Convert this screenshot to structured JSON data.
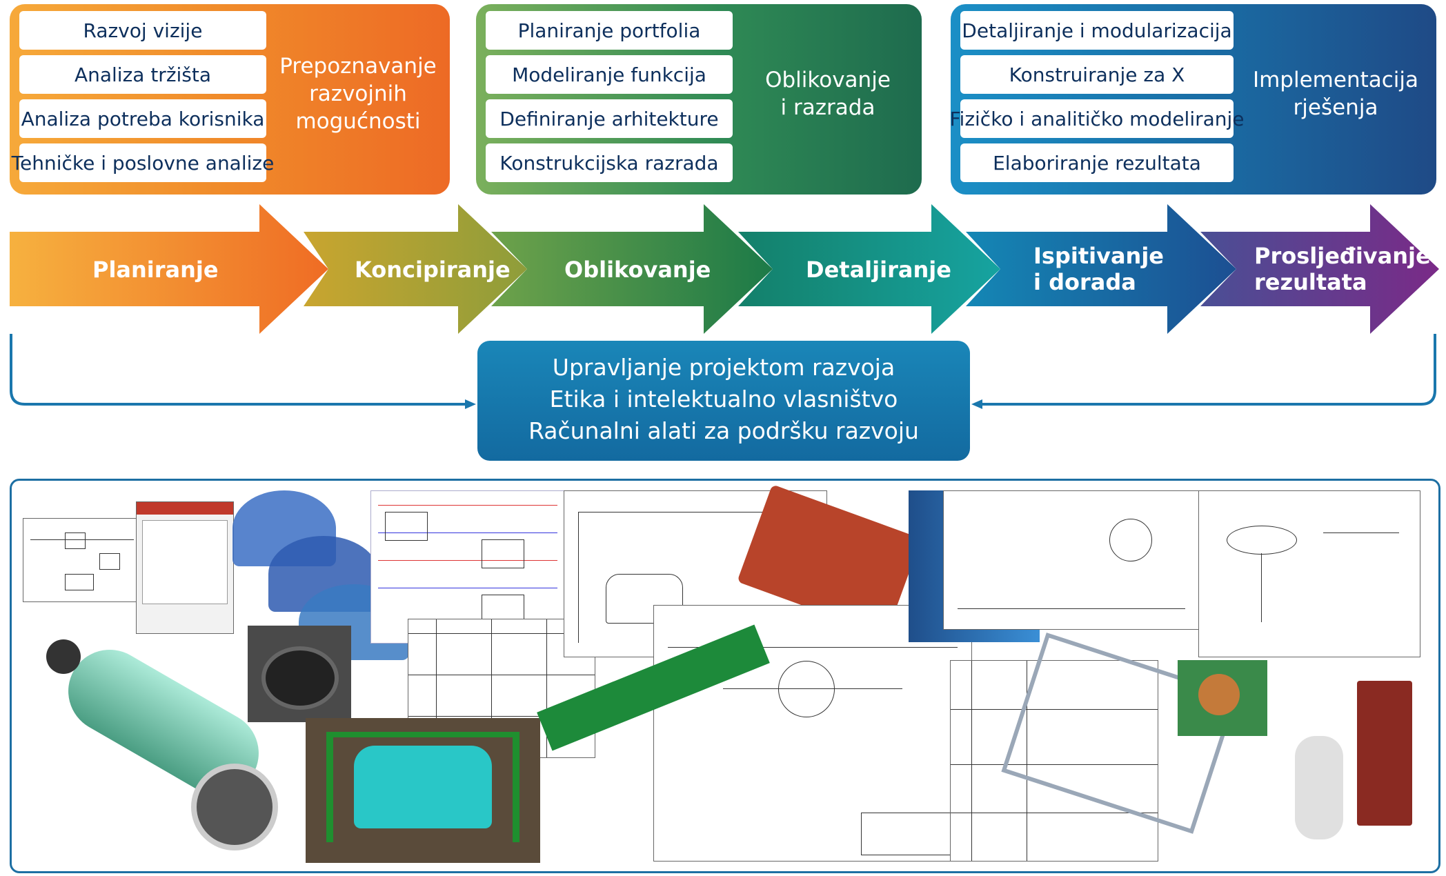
{
  "panels": [
    {
      "items": [
        "Razvoj vizije",
        "Analiza tržišta",
        "Analiza potreba korisnika",
        "Tehničke i poslovne analize"
      ],
      "title": [
        "Prepoznavanje",
        "razvojnih",
        "mogućnosti"
      ]
    },
    {
      "items": [
        "Planiranje portfolia",
        "Modeliranje funkcija",
        "Definiranje arhitekture",
        "Konstrukcijska razrada"
      ],
      "title": [
        "Oblikovanje",
        "i razrada"
      ]
    },
    {
      "items": [
        "Detaljiranje i modularizacija",
        "Konstruiranje za X",
        "Fizičko i analitičko modeliranje",
        "Elaboriranje rezultata"
      ],
      "title": [
        "Implementacija",
        "rješenja"
      ]
    }
  ],
  "stages": [
    {
      "lines": [
        "Planiranje"
      ],
      "color": "#f08a2a"
    },
    {
      "lines": [
        "Koncipiranje"
      ],
      "color": "#a9a536"
    },
    {
      "lines": [
        "Oblikovanje"
      ],
      "color": "#1f8a4c"
    },
    {
      "lines": [
        "Detaljiranje"
      ],
      "color": "#1a9a8e"
    },
    {
      "lines": [
        "Ispitivanje",
        "i dorada"
      ],
      "color": "#1366a6"
    },
    {
      "lines": [
        "Prosljeđivanje",
        "rezultata"
      ],
      "color": "#6b2f86"
    }
  ],
  "project": {
    "lines": [
      "Upravljanje projektom razvoja",
      "Etika i intelektualno vlasništvo",
      "Računalni alati za podršku razvoju"
    ]
  },
  "colors": {
    "frame": "#1d6fa3",
    "item_text": "#0d2f5c"
  }
}
